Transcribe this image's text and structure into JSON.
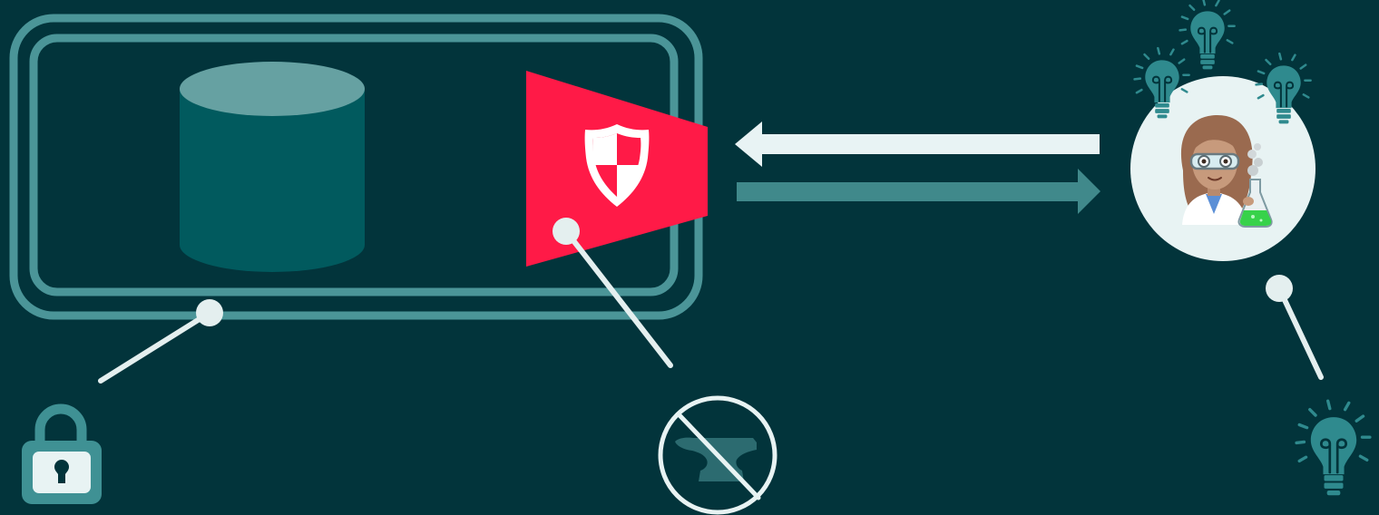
{
  "colors": {
    "background": "#02343b",
    "enclosure_stroke": "#4b9598",
    "database_top": "#66a1a2",
    "database_body": "#015a5e",
    "gateway_fill": "#ff1a47",
    "arrow_request": "#e8f3f4",
    "arrow_response": "#40898b",
    "connector": "#e4efef",
    "scientist_circle": "#e8f3f3",
    "lightbulb": "#2f8a8e"
  },
  "nodes": [
    {
      "id": "secure-enclosure",
      "icon": "double-rounded-rectangle"
    },
    {
      "id": "database",
      "icon": "database-cylinder-icon"
    },
    {
      "id": "gateway",
      "icon": "shield-icon"
    },
    {
      "id": "scientist",
      "icon": "scientist-emoji-icon"
    }
  ],
  "edges": [
    {
      "from": "scientist",
      "to": "gateway",
      "style": "request-arrow"
    },
    {
      "from": "gateway",
      "to": "scientist",
      "style": "response-arrow"
    }
  ],
  "callouts": [
    {
      "target": "secure-enclosure",
      "icon": "lock-icon"
    },
    {
      "target": "gateway",
      "icon": "no-anvil-icon"
    },
    {
      "target": "scientist",
      "icon": "lightbulb-icon"
    }
  ],
  "decorations": [
    "lightbulb-icon",
    "lightbulb-icon",
    "lightbulb-icon"
  ]
}
